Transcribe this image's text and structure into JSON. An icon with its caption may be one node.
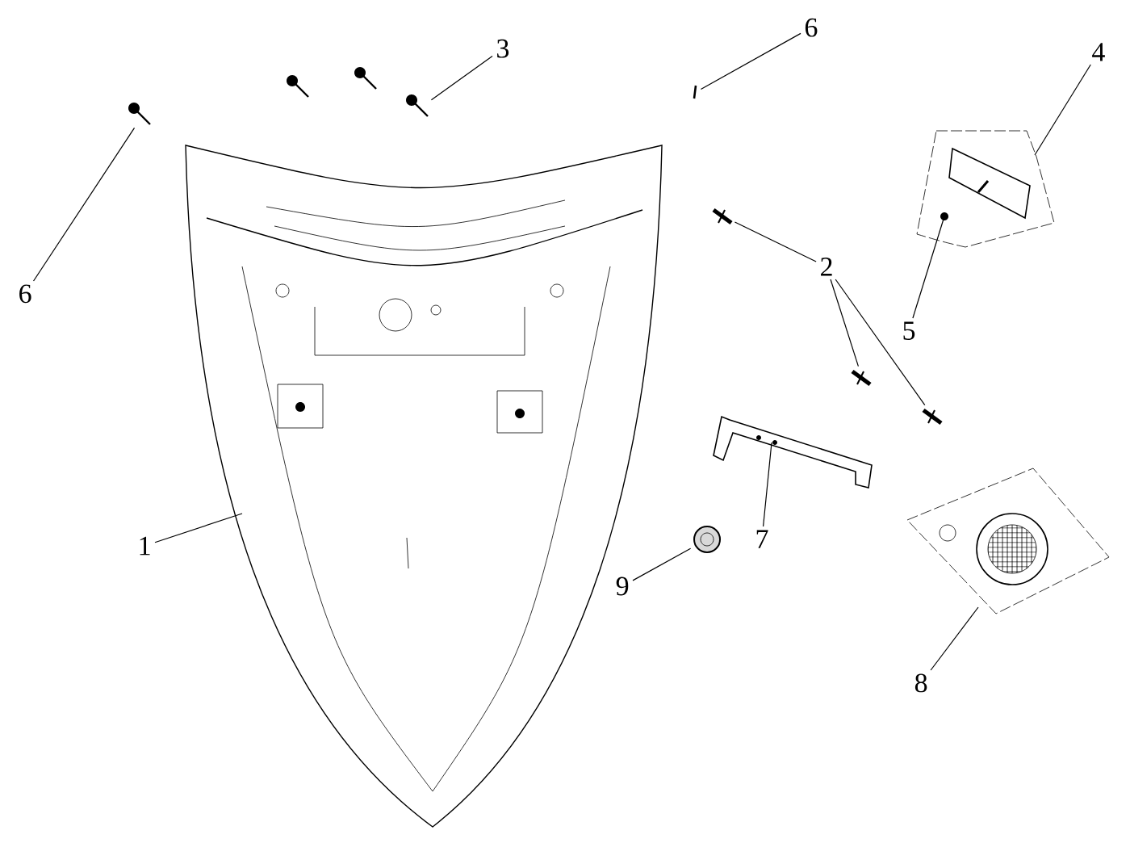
{
  "diagram": {
    "nodes": [
      {
        "text": [
          "3"
        ]
      },
      {
        "text": [
          "6"
        ]
      },
      {
        "text": [
          "4"
        ]
      },
      {
        "text": [
          "6"
        ]
      },
      {
        "text": [
          "2"
        ]
      },
      {
        "text": [
          "5"
        ]
      },
      {
        "text": [
          "7"
        ]
      },
      {
        "text": [
          "1"
        ]
      },
      {
        "text": [
          "9"
        ]
      },
      {
        "text": [
          "8"
        ]
      },
      {
        "text": [],
        "shape": "picture"
      },
      {
        "text": [],
        "shape": "picture"
      },
      {
        "text": [],
        "shape": "picture"
      },
      {
        "text": [],
        "shape": "picture"
      },
      {
        "text": [],
        "shape": "picture"
      },
      {
        "text": [],
        "shape": "picture"
      },
      {
        "text": [],
        "shape": "picture"
      },
      {
        "text": [],
        "shape": "picture",
        "in": 12
      },
      {
        "text": [],
        "shape": "picture"
      },
      {
        "text": [],
        "shape": "picture"
      },
      {
        "text": [],
        "shape": "picture"
      },
      {
        "text": [],
        "shape": "picture"
      }
    ],
    "edges": [
      {
        "from": 0,
        "to": 10,
        "arrow": "none"
      },
      {
        "from": 1,
        "to": 11,
        "arrow": "none"
      },
      {
        "from": 2,
        "to": 12,
        "arrow": "none"
      },
      {
        "from": 3,
        "to": 13,
        "arrow": "none"
      },
      {
        "from": 4,
        "to": 14,
        "arrow": "none"
      },
      {
        "from": 4,
        "to": 15,
        "arrow": "none"
      },
      {
        "from": 4,
        "to": 16,
        "arrow": "none"
      },
      {
        "from": 5,
        "to": 17,
        "arrow": "none"
      },
      {
        "from": 6,
        "to": 18,
        "arrow": "none"
      },
      {
        "from": 7,
        "to": 19,
        "arrow": "none"
      },
      {
        "from": 8,
        "to": 20,
        "arrow": "none"
      },
      {
        "from": 9,
        "to": 21,
        "arrow": "none"
      }
    ]
  }
}
